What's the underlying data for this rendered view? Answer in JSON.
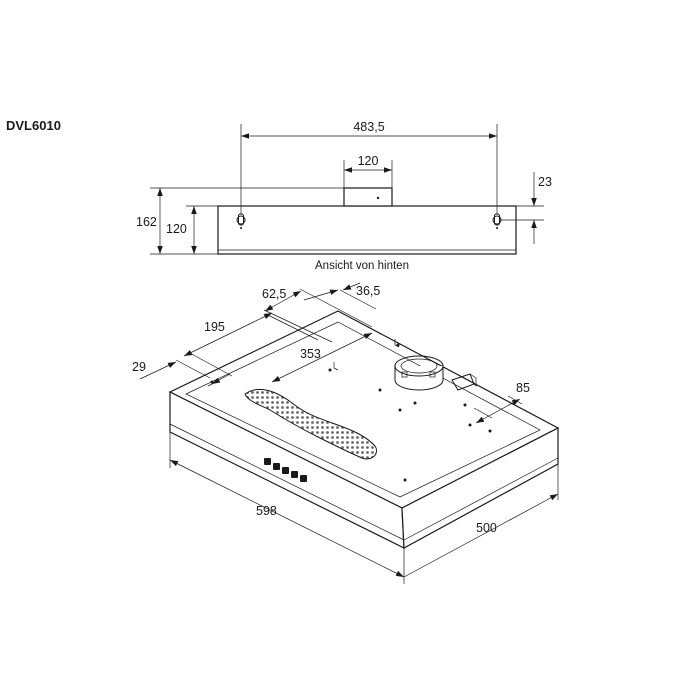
{
  "model": "DVL6010",
  "caption_rear_view": "Ansicht von hinten",
  "dimensions": {
    "rear_width": "483,5",
    "rear_duct": "120",
    "rear_top_offset": "23",
    "rear_height_total": "162",
    "rear_height_body": "120",
    "top_offset_a": "62,5",
    "top_offset_b": "36,5",
    "top_left": "195",
    "top_span": "353",
    "top_edge": "29",
    "top_right": "85",
    "width": "598",
    "depth": "500"
  },
  "controls": {
    "button_count": 5
  }
}
